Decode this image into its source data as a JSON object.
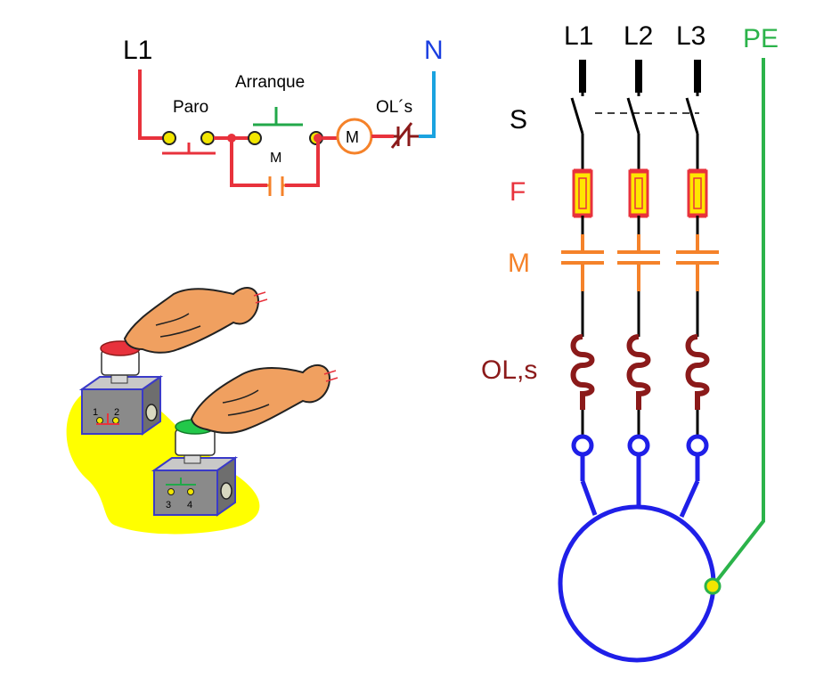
{
  "control_circuit": {
    "line_label": "L1",
    "neutral_label": "N",
    "stop_label": "Paro",
    "start_label": "Arranque",
    "aux_contact_label": "M",
    "motor_coil_label": "M",
    "overload_label": "OL´s"
  },
  "pushbuttons": {
    "stop_terminals": [
      "1",
      "2"
    ],
    "start_terminals": [
      "3",
      "4"
    ]
  },
  "power_circuit": {
    "phase_labels": [
      "L1",
      "L2",
      "L3"
    ],
    "earth_label": "PE",
    "switch_label": "S",
    "fuse_label": "F",
    "contactor_label": "M",
    "overload_label": "OL,s"
  },
  "colors": {
    "line_red": "#e8323c",
    "neutral_blue": "#1aa3e0",
    "start_green": "#22a84a",
    "contactor_orange": "#f5822a",
    "overload_maroon": "#8b1a1a",
    "motor_blue": "#1f1fe8",
    "earth_green": "#2bb34a",
    "highlight_yellow": "#ffff00",
    "terminal_yellow": "#f2e600",
    "fuse_yellow": "#ffe600"
  }
}
